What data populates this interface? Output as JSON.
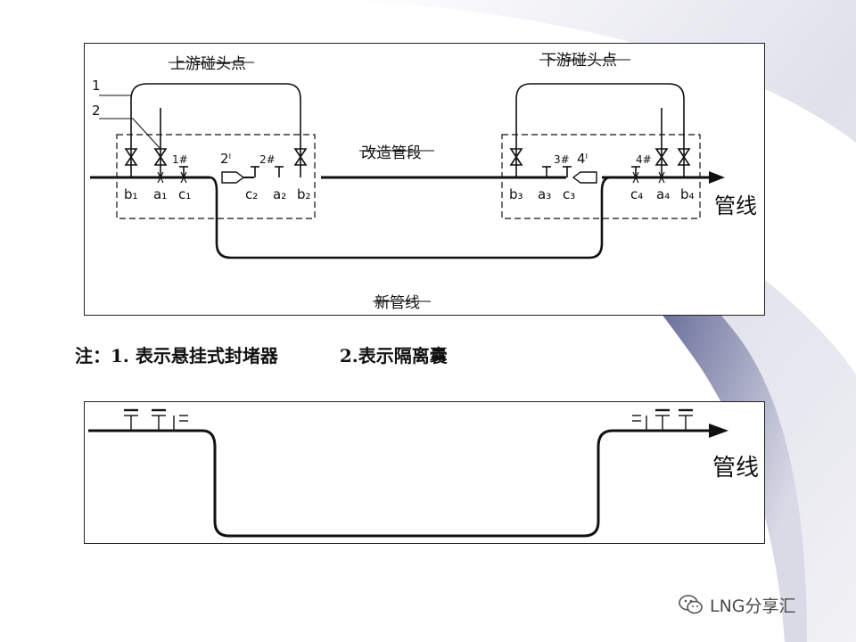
{
  "top": {
    "upstream_label": "上游碰头点",
    "downstream_label": "下游碰头点",
    "section_label": "改造管段",
    "new_line_label": "新管线",
    "pipeline_label": "管线",
    "marker_1": "1",
    "marker_2": "2",
    "plug_1": "1#",
    "plug_2": "2#",
    "plug_3": "3#",
    "plug_4": "4#",
    "bag_2": "2ˡ",
    "bag_4": "4ˡ",
    "valves": [
      "b₁",
      "a₁",
      "c₁",
      "c₂",
      "a₂",
      "b₂",
      "b₃",
      "a₃",
      "c₃",
      "c₄",
      "a₄",
      "b₄"
    ]
  },
  "note": {
    "item_1": "注：1. 表示悬挂式封堵器",
    "item_2": "2.表示隔离囊"
  },
  "bottom": {
    "pipeline_label": "管线"
  },
  "watermark": {
    "text": "LNG分享汇",
    "icon": "wechat-icon"
  },
  "colors": {
    "line": "#111111",
    "swoosh_dark": "#3a3f73",
    "swoosh_light": "#dcdce8"
  }
}
